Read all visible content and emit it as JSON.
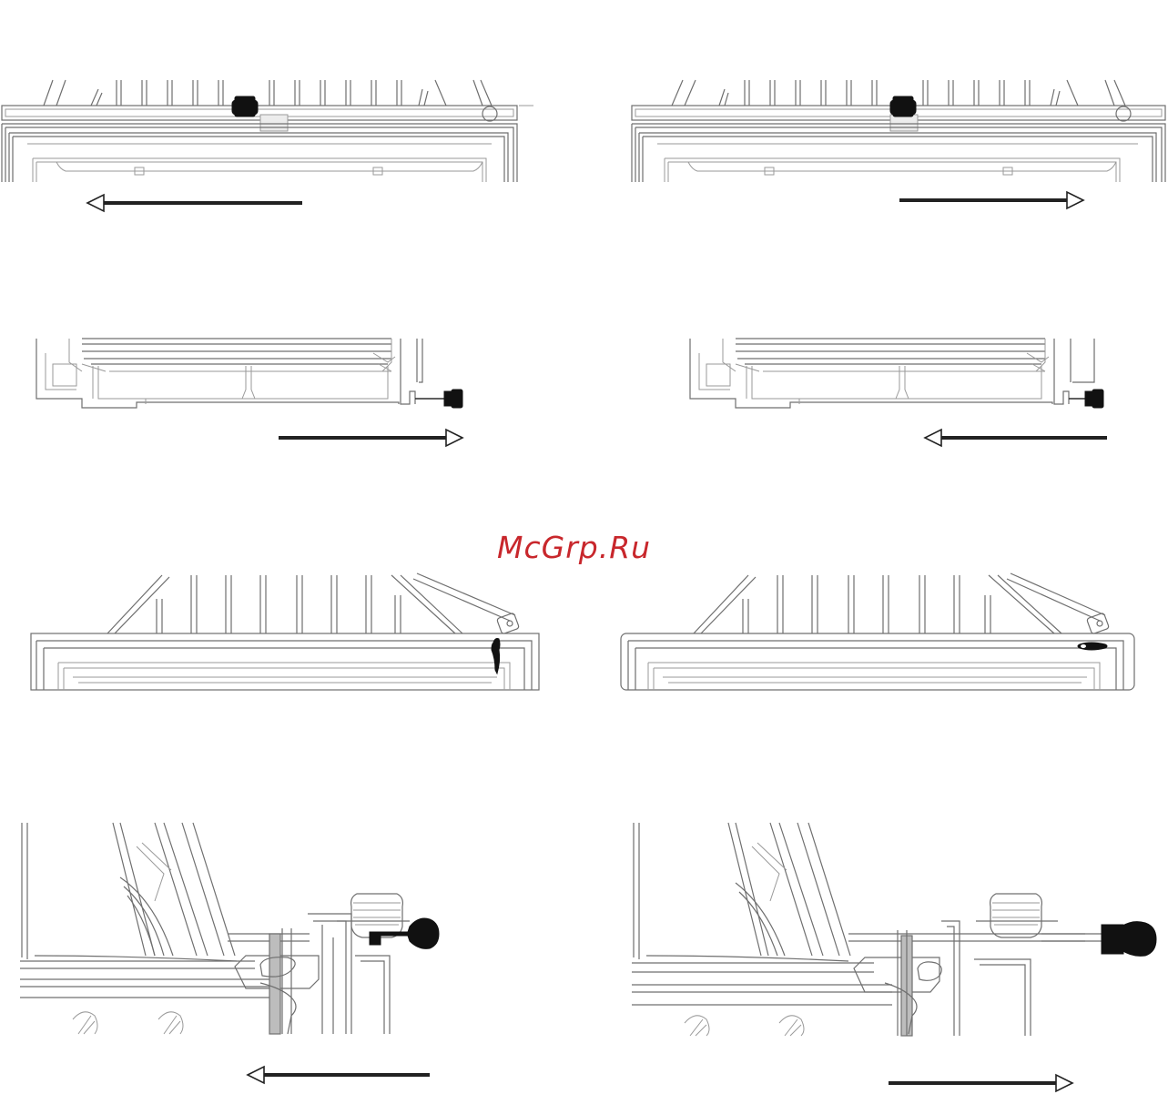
{
  "watermark": {
    "text": "McGrp.Ru",
    "color": "#c8272c"
  },
  "diagram": {
    "line_color": "#6f6f6f",
    "knob_color": "#111111",
    "panels": [
      {
        "id": "top-left",
        "view": "top",
        "knob": "center",
        "arrow": "left"
      },
      {
        "id": "top-right",
        "view": "top",
        "knob": "center",
        "arrow": "right"
      },
      {
        "id": "side-left",
        "view": "side",
        "knob": "right-rod",
        "arrow": "right"
      },
      {
        "id": "side-right",
        "view": "side",
        "knob": "right-rod",
        "arrow": "left"
      },
      {
        "id": "front-left",
        "view": "front-corner",
        "latch": "vertical",
        "arrow": "none"
      },
      {
        "id": "front-right",
        "view": "front-corner",
        "latch": "horizontal",
        "arrow": "none"
      },
      {
        "id": "detail-left",
        "view": "detail",
        "knob": "pushed-in",
        "arrow": "left"
      },
      {
        "id": "detail-right",
        "view": "detail",
        "knob": "pulled-out",
        "arrow": "right"
      }
    ]
  }
}
